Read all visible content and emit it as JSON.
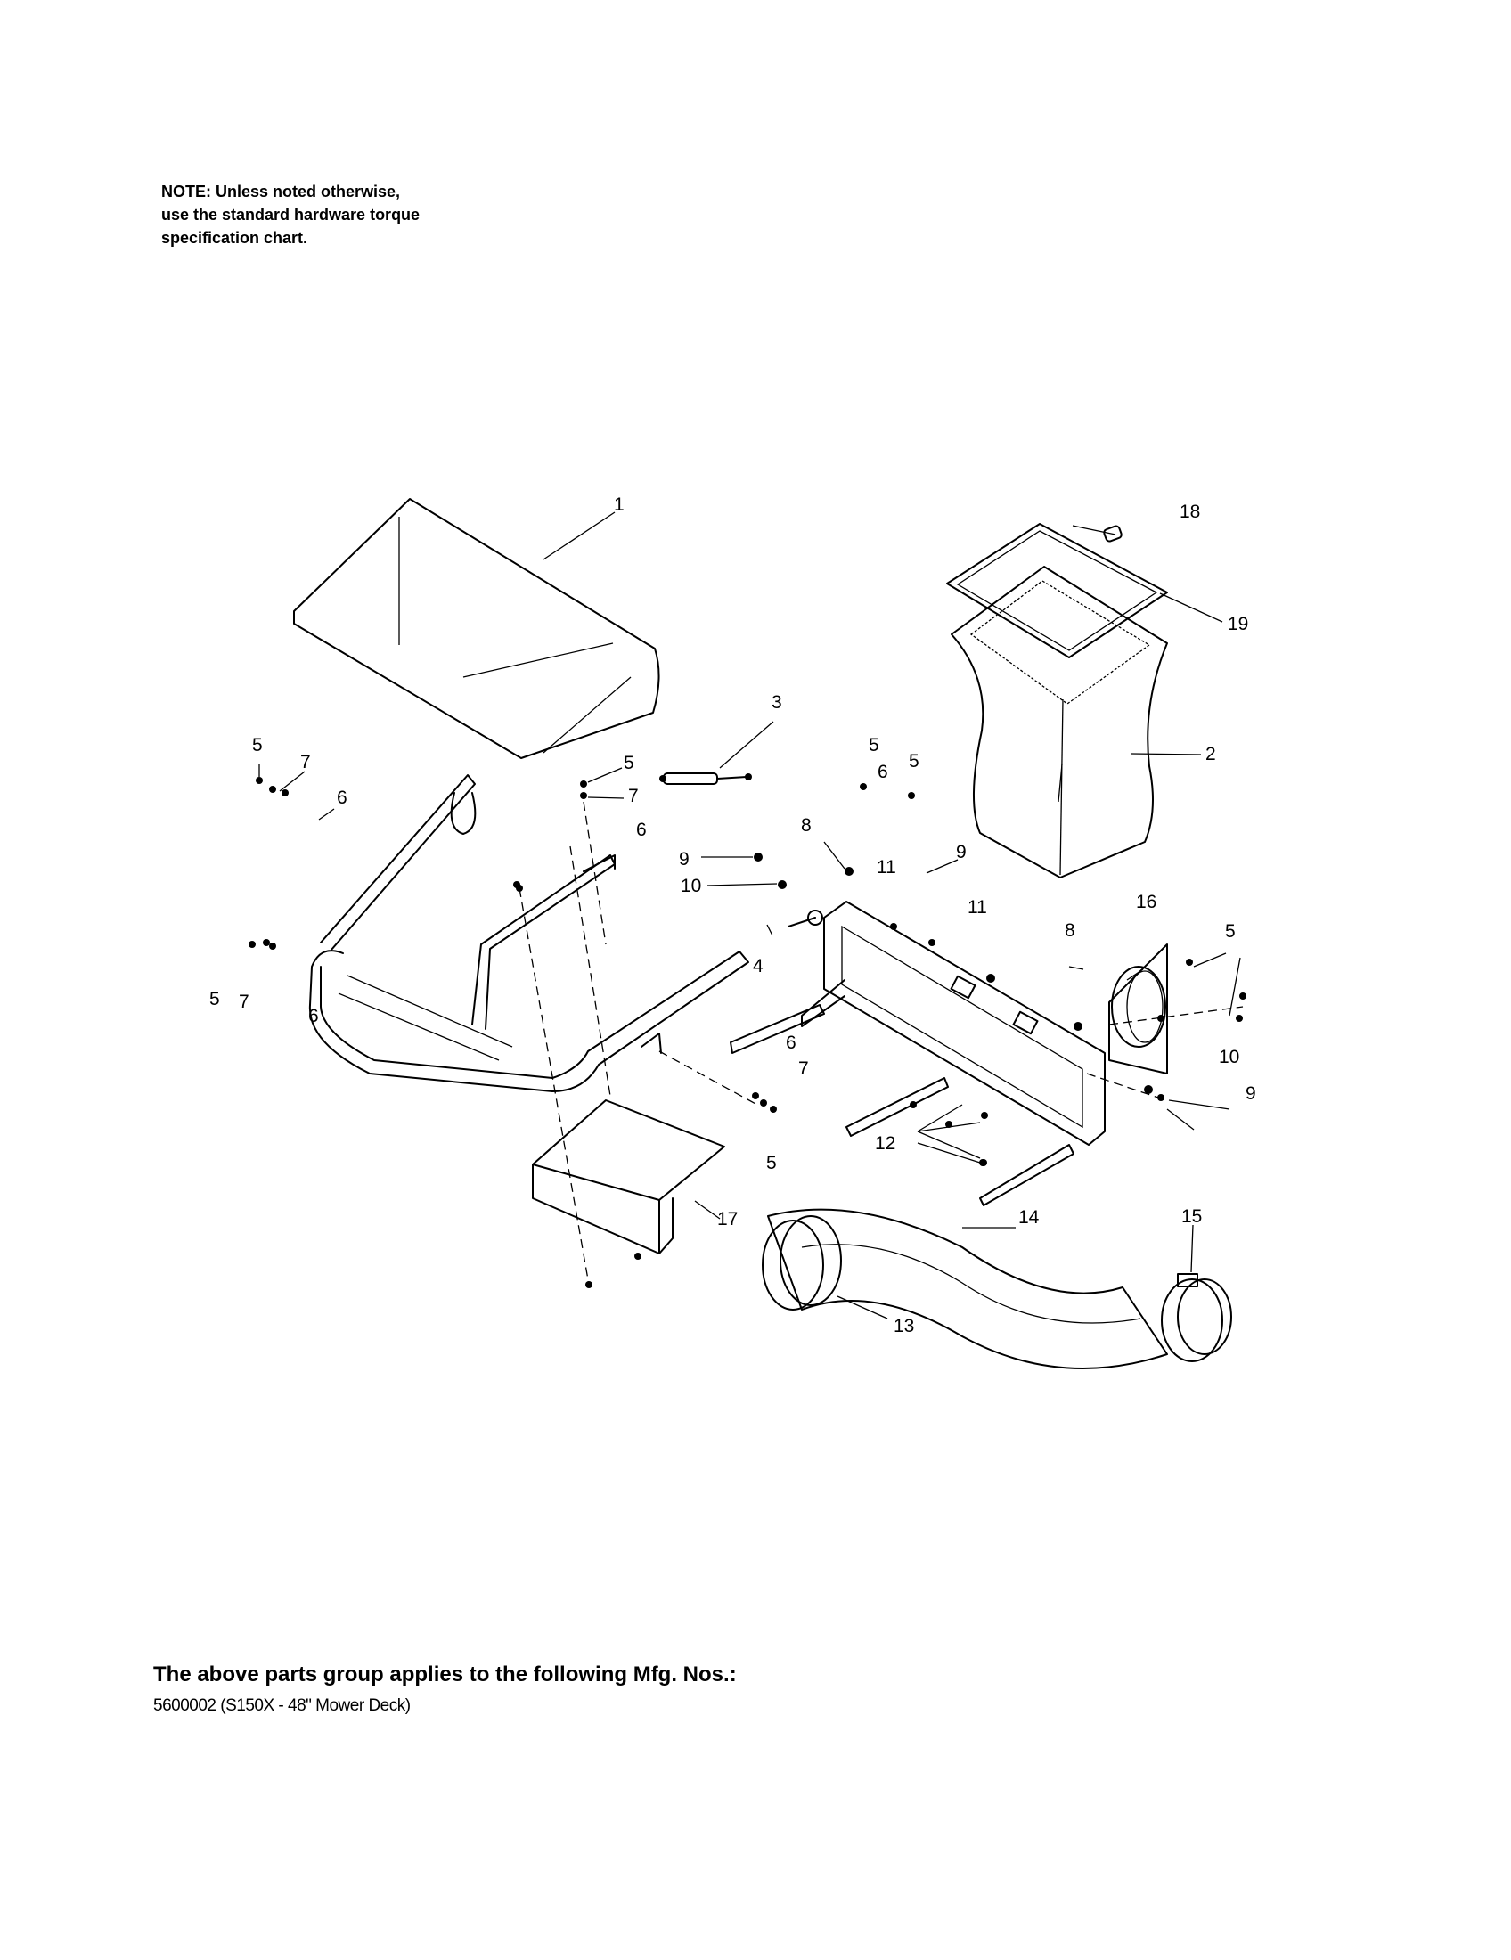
{
  "note": {
    "lines": [
      "NOTE: Unless noted otherwise,",
      "use the standard hardware torque",
      "specification chart."
    ]
  },
  "callouts": {
    "c1": "1",
    "c2": "2",
    "c3": "3",
    "c4": "4",
    "c5a": "5",
    "c5b": "5",
    "c5c": "5",
    "c5d": "5",
    "c5e": "5",
    "c5f": "5",
    "c5g": "5",
    "c6a": "6",
    "c6b": "6",
    "c6c": "6",
    "c6d": "6",
    "c6e": "6",
    "c7a": "7",
    "c7b": "7",
    "c7c": "7",
    "c7d": "7",
    "c8a": "8",
    "c8b": "8",
    "c9a": "9",
    "c9b": "9",
    "c9c": "9",
    "c10a": "10",
    "c10b": "10",
    "c11a": "11",
    "c11b": "11",
    "c12": "12",
    "c13": "13",
    "c14": "14",
    "c15": "15",
    "c16": "16",
    "c17": "17",
    "c18": "18",
    "c19": "19"
  },
  "footer": {
    "title": "The above parts group applies to the following Mfg. Nos.:",
    "model": "5600002 (S150X - 48\" Mower Deck)"
  }
}
